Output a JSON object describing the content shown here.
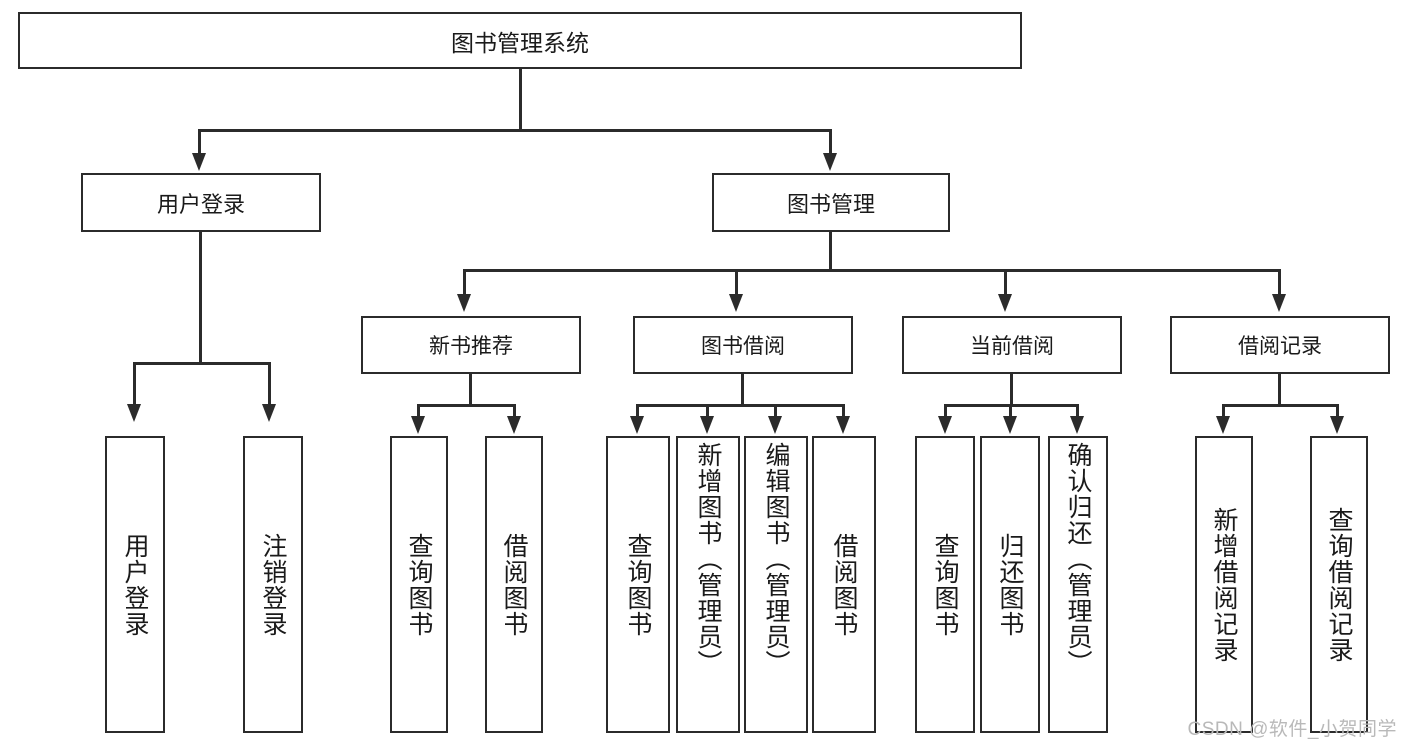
{
  "diagram": {
    "title": "图书管理系统",
    "type": "tree",
    "root": {
      "label": "图书管理系统"
    },
    "level1": [
      {
        "label": "用户登录"
      },
      {
        "label": "图书管理"
      }
    ],
    "level2": [
      {
        "label": "新书推荐"
      },
      {
        "label": "图书借阅"
      },
      {
        "label": "当前借阅"
      },
      {
        "label": "借阅记录"
      }
    ],
    "leaves": {
      "user_login": [
        {
          "label": "用户登录"
        },
        {
          "label": "注销登录"
        }
      ],
      "new_book_recommend": [
        {
          "label": "查询图书"
        },
        {
          "label": "借阅图书"
        }
      ],
      "book_borrow": [
        {
          "label": "查询图书"
        },
        {
          "label": "新增图书（管理员）"
        },
        {
          "label": "编辑图书（管理员）"
        },
        {
          "label": "借阅图书"
        }
      ],
      "current_borrow": [
        {
          "label": "查询图书"
        },
        {
          "label": "归还图书"
        },
        {
          "label": "确认归还（管理员）"
        }
      ],
      "borrow_record": [
        {
          "label": "新增借阅记录"
        },
        {
          "label": "查询借阅记录"
        }
      ]
    }
  },
  "watermark": {
    "text": "CSDN @软件_小贺同学",
    "color": "#b9b9b9"
  },
  "colors": {
    "stroke": "#2b2b2b",
    "background": "#ffffff",
    "text": "#1a1a1a"
  }
}
